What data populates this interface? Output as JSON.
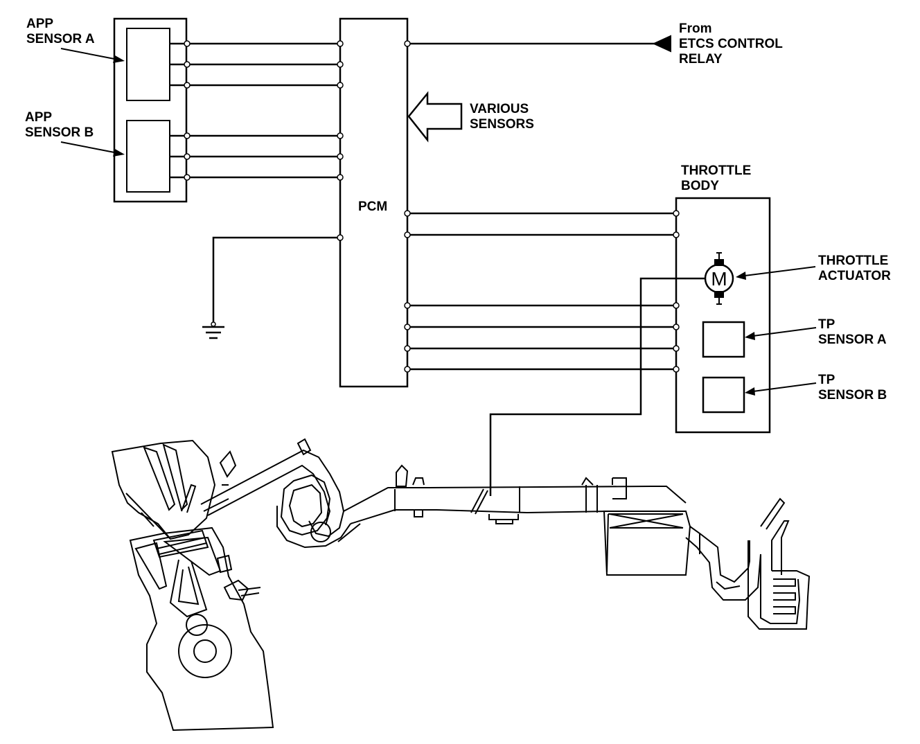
{
  "labels": {
    "app_sensor_a": [
      "APP",
      "SENSOR A"
    ],
    "app_sensor_b": [
      "APP",
      "SENSOR B"
    ],
    "pcm": "PCM",
    "etcs_relay": [
      "From",
      "ETCS CONTROL",
      "RELAY"
    ],
    "various_sensors": [
      "VARIOUS",
      "SENSORS"
    ],
    "throttle_body": [
      "THROTTLE",
      "BODY"
    ],
    "throttle_actuator": [
      "THROTTLE",
      "ACTUATOR"
    ],
    "tp_sensor_a": [
      "TP",
      "SENSOR A"
    ],
    "tp_sensor_b": [
      "TP",
      "SENSOR B"
    ],
    "motor_symbol": "M"
  },
  "colors": {
    "line": "#000000",
    "background": "#ffffff"
  }
}
